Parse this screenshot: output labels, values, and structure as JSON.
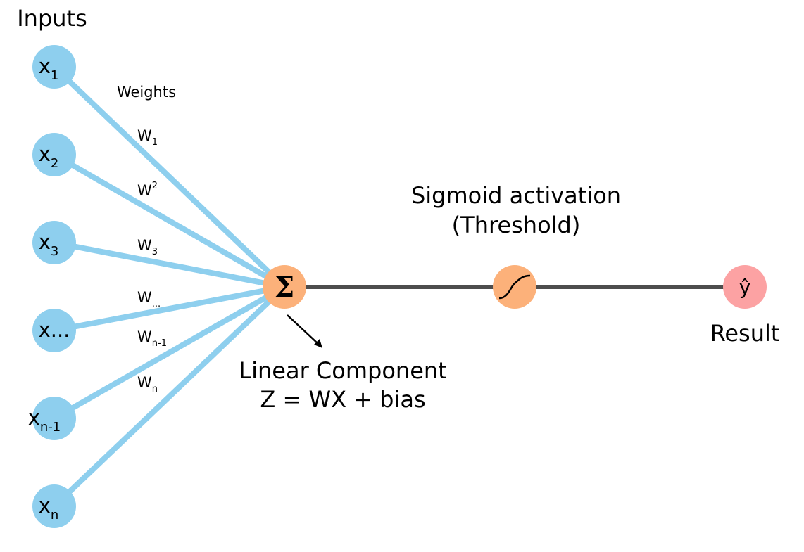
{
  "title": "Inputs",
  "weights_title": "Weights",
  "colors": {
    "input_node": "#8ecfee",
    "weight_line": "#8ecfee",
    "sum_node": "#fcb17a",
    "activation_node": "#fcb17a",
    "output_node": "#fca2a3",
    "connector": "#4d4d4d"
  },
  "inputs": [
    {
      "base": "x",
      "sub": "1"
    },
    {
      "base": "x",
      "sub": "2"
    },
    {
      "base": "x",
      "sub": "3"
    },
    {
      "base": "x...",
      "sub": ""
    },
    {
      "base": "x",
      "sub": "n-1"
    },
    {
      "base": "x",
      "sub": "n"
    }
  ],
  "weights": [
    {
      "base": "W",
      "sub": "1",
      "position": "subscript"
    },
    {
      "base": "W",
      "sub": "2",
      "position": "superscript"
    },
    {
      "base": "W",
      "sub": "3",
      "position": "subscript"
    },
    {
      "base": "W",
      "sub": "...",
      "position": "subscript"
    },
    {
      "base": "W",
      "sub": "n-1",
      "position": "subscript"
    },
    {
      "base": "W",
      "sub": "n",
      "position": "subscript"
    }
  ],
  "sum_node": {
    "symbol": "Σ",
    "icon": "sigma-icon"
  },
  "linear_component": {
    "line1": "Linear Component",
    "line2": "Z = WX + bias"
  },
  "activation": {
    "line1": "Sigmoid activation",
    "line2": "(Threshold)",
    "icon": "sigmoid-curve-icon"
  },
  "output": {
    "symbol": "ŷ",
    "label": "Result"
  }
}
